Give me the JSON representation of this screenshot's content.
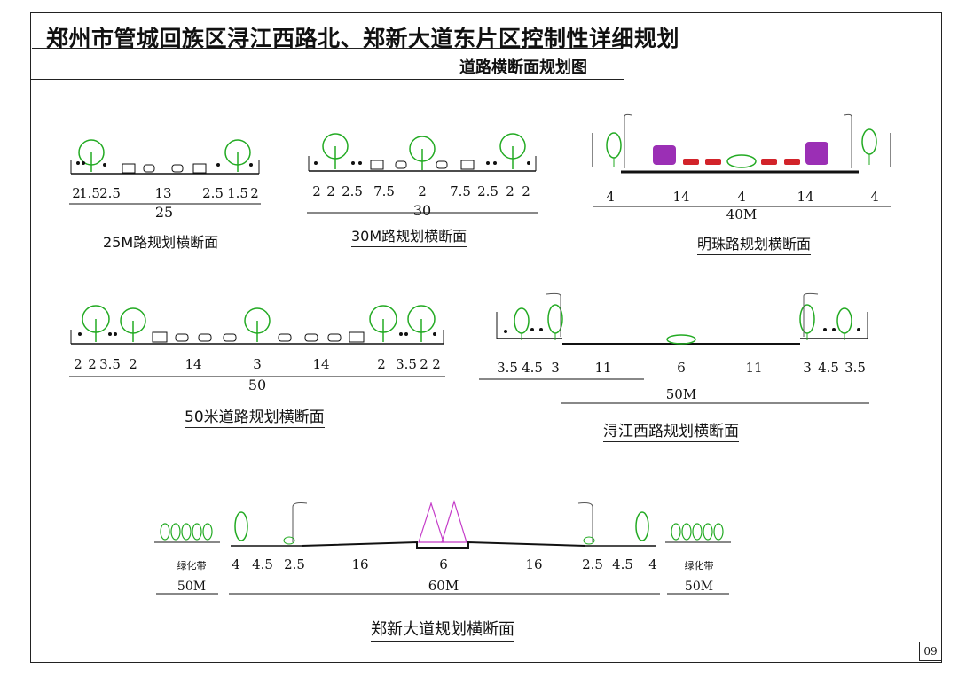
{
  "header": {
    "title": "郑州市管城回族区浔江西路北、郑新大道东片区控制性详细规划",
    "subtitle": "道路横断面规划图",
    "page_number": "09"
  },
  "sections": {
    "s25": {
      "title": "25M路规划横断面",
      "dims": [
        "2",
        "1.5",
        "2.5",
        "13",
        "2.5",
        "1.5",
        "2"
      ],
      "total": "25"
    },
    "s30": {
      "title": "30M路规划横断面",
      "dims": [
        "2",
        "2",
        "2.5",
        "7.5",
        "2",
        "7.5",
        "2.5",
        "2",
        "2"
      ],
      "total": "30"
    },
    "sMingzhu": {
      "title": "明珠路规划横断面",
      "dims": [
        "4",
        "14",
        "4",
        "14",
        "4"
      ],
      "total": "40M"
    },
    "s50": {
      "title": "50米道路规划横断面",
      "dims": [
        "2",
        "2",
        "3.5",
        "2",
        "14",
        "3",
        "14",
        "2",
        "3.5",
        "2",
        "2"
      ],
      "total": "50"
    },
    "sXunjiang": {
      "title": "浔江西路规划横断面",
      "dims": [
        "3.5",
        "4.5",
        "3",
        "11",
        "6",
        "11",
        "3",
        "4.5",
        "3.5"
      ],
      "total": "50M"
    },
    "sZhengxin": {
      "title": "郑新大道规划横断面",
      "dims": [
        "4",
        "4.5",
        "2.5",
        "16",
        "6",
        "16",
        "2.5",
        "4.5",
        "4"
      ],
      "total": "60M",
      "green_left": "绿化带",
      "green_right": "绿化带",
      "green_left_width": "50M",
      "green_right_width": "50M"
    }
  },
  "colors": {
    "tree": "#22aa22",
    "bus": "#9b2fb5",
    "car_red": "#d2232a",
    "flower_tree": "#c43bc8",
    "line": "#111111"
  }
}
